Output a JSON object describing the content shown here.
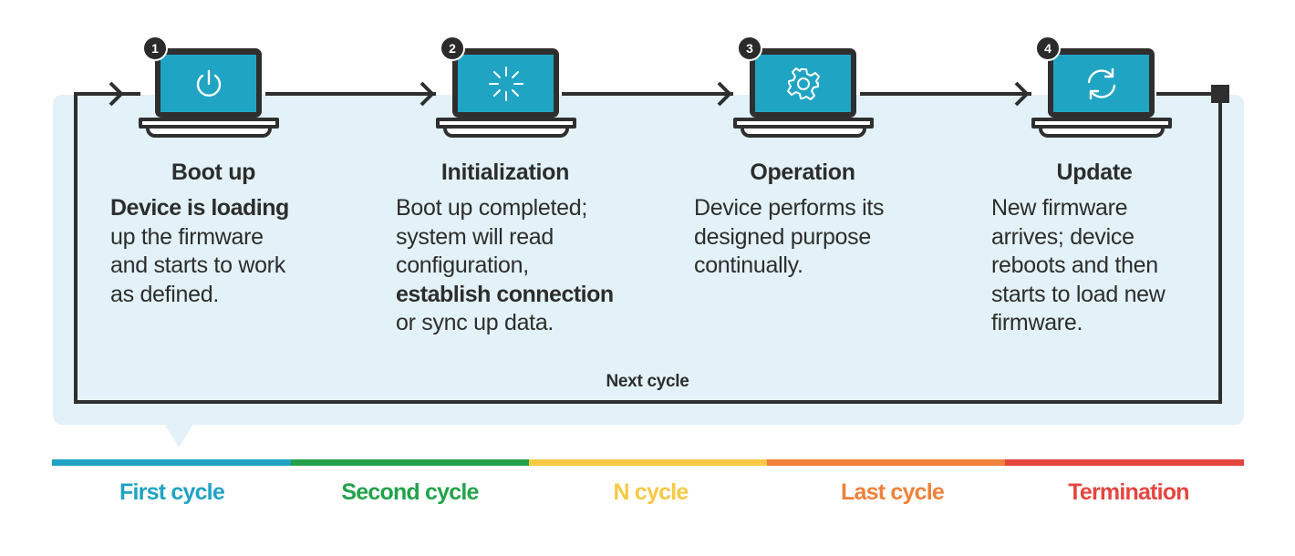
{
  "steps": [
    {
      "number": "1",
      "icon": "power-icon",
      "title": "Boot up",
      "desc_bold": "Device is loading",
      "desc_lines": [
        "up the firmware",
        "and starts to work",
        "as defined."
      ]
    },
    {
      "number": "2",
      "icon": "loading-spinner-icon",
      "title": "Initialization",
      "desc_pre": [
        "Boot up completed;",
        "system will read",
        "configuration,"
      ],
      "desc_bold": "establish connection",
      "desc_post": [
        "or sync up data."
      ]
    },
    {
      "number": "3",
      "icon": "gear-icon",
      "title": "Operation",
      "desc_lines": [
        "Device performs its",
        "designed purpose",
        "continually."
      ]
    },
    {
      "number": "4",
      "icon": "refresh-icon",
      "title": "Update",
      "desc_lines": [
        "New firmware",
        "arrives; device",
        "reboots and then",
        "starts to load new",
        "firmware."
      ]
    }
  ],
  "loop_label": "Next cycle",
  "timeline": [
    {
      "label": "First cycle",
      "color": "#1fa3c4"
    },
    {
      "label": "Second cycle",
      "color": "#22a24b"
    },
    {
      "label": "N cycle",
      "color": "#f6c945"
    },
    {
      "label": "Last cycle",
      "color": "#f0803a"
    },
    {
      "label": "Termination",
      "color": "#e4453f"
    }
  ],
  "colors": {
    "panel": "#e3f2f8",
    "screen": "#20a4c4",
    "line": "#2f2f2f"
  }
}
